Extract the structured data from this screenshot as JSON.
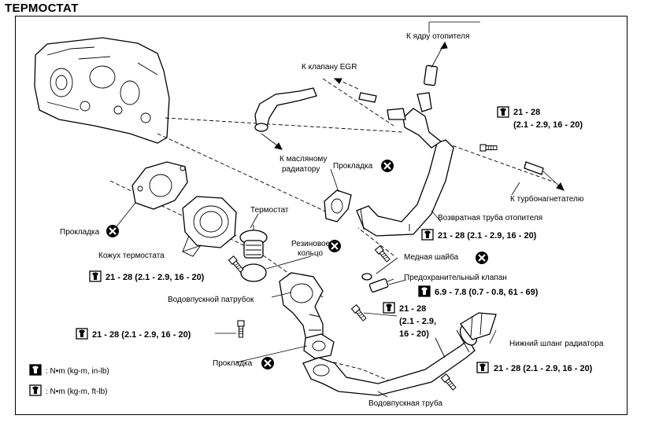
{
  "title": "ТЕРМОСТАТ",
  "labels": {
    "to_heater_core": "К ядру отопителя",
    "to_egr_valve": "К клапану EGR",
    "to_oil_cooler_1": "К масляному",
    "to_oil_cooler_2": "радиатору",
    "gasket_top": "Прокладка",
    "to_turbo": "К турбонагнетателю",
    "thermostat": "Термостат",
    "heater_return_pipe": "Возвратная труба отопителя",
    "gasket_left": "Прокладка",
    "rubber_ring_1": "Резиновое",
    "rubber_ring_2": "кольцо",
    "thermostat_housing": "Кожух термостата",
    "copper_washer": "Медная шайба",
    "relief_valve": "Предохранительный клапан",
    "water_inlet": "Водовпускной патрубок",
    "lower_hose": "Нижний шланг радиатора",
    "gasket_bottom": "Прокладка",
    "water_inlet_pipe": "Водовпускная труба"
  },
  "torques": {
    "top_right_1": "21 - 28",
    "top_right_2": "(2.1 - 2.9, 16 - 20)",
    "mid_right": "21 - 28 (2.1 - 2.9, 16 - 20)",
    "left_housing": "21 - 28 (2.1 - 2.9, 16 - 20)",
    "relief_valve": "6.9 - 7.8 (0.7 - 0.8, 61 - 69)",
    "center_1": "21 - 28",
    "center_2": "(2.1 - 2.9,",
    "center_3": "16 - 20)",
    "left_bottom": "21 - 28 (2.1 - 2.9, 16 - 20)",
    "bottom_right": "21 - 28 (2.1 - 2.9, 16 - 20)"
  },
  "legend": {
    "inlb": ": N•m (kg-m, in-lb)",
    "ftlb": ": N•m (kg-m, ft-lb)"
  },
  "icons": [
    "torque-wrench-icon",
    "do-not-reuse-icon",
    "arrow-icon"
  ]
}
